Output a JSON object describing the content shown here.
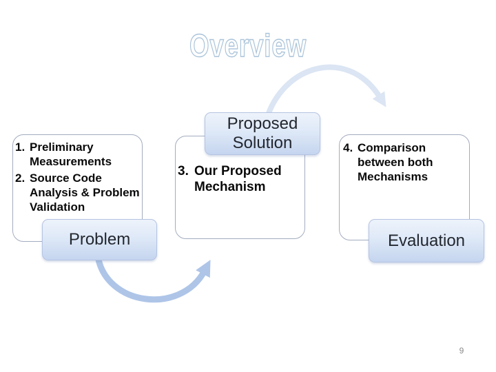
{
  "slide": {
    "title": "Overview",
    "page_number": "9"
  },
  "flow": {
    "stage1": {
      "label": "Problem",
      "items": [
        {
          "num": "1.",
          "lines": [
            "Preliminary",
            "Measurements"
          ]
        },
        {
          "num": "2.",
          "lines": [
            "Source Code",
            "Analysis & Problem",
            "Validation"
          ]
        }
      ]
    },
    "stage2": {
      "label_line1": "Proposed",
      "label_line2": "Solution",
      "items": [
        {
          "num": "3.",
          "lines": [
            "Our Proposed",
            "Mechanism"
          ]
        }
      ]
    },
    "stage3": {
      "label": "Evaluation",
      "items": [
        {
          "num": "4.",
          "lines": [
            "Comparison",
            "between both",
            "Mechanisms"
          ]
        }
      ]
    }
  },
  "colors": {
    "title_outline": "#a9c3d9",
    "panel_border": "#a2abbe",
    "label_box_border": "#b5c4e2",
    "label_box_gradient_top": "#eef3fb",
    "label_box_gradient_bottom": "#c5d5ef",
    "arrow_top": "#dbe5f3",
    "arrow_bottom": "#aec5e8",
    "body_text": "#0a0a0a",
    "label_text": "#23272f",
    "page_number_gray": "#8a8a8a"
  }
}
